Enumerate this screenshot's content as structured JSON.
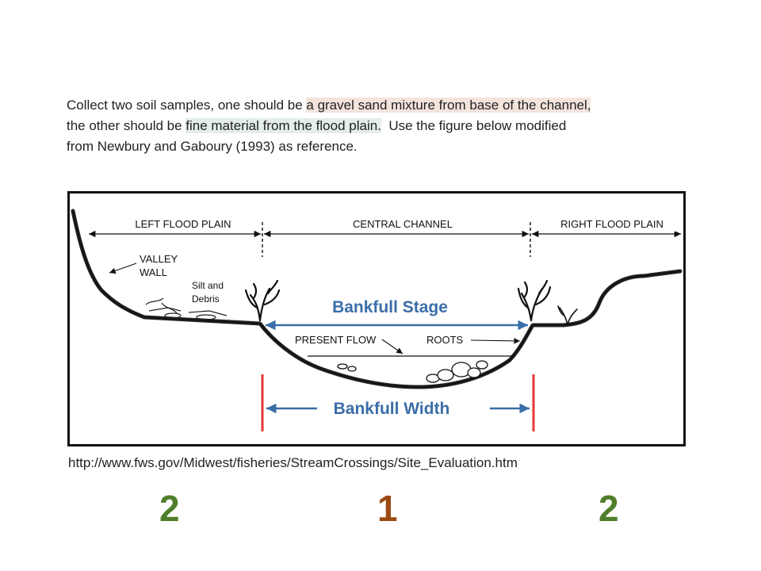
{
  "intro": {
    "line1_pre": "Collect two soil samples, one should be ",
    "line1_highlight": "a gravel sand mixture from base of the channel,",
    "line2_pre": "the other should be ",
    "line2_highlight": "fine material from the flood plain.",
    "line2_post": "  Use the figure below modified",
    "line3": "from Newbury and Gaboury (1993) as reference."
  },
  "diagram": {
    "left_flood_plain": "LEFT FLOOD PLAIN",
    "central_channel": "CENTRAL CHANNEL",
    "right_flood_plain": "RIGHT FLOOD PLAIN",
    "valley_wall_line1": "VALLEY",
    "valley_wall_line2": "WALL",
    "silt_line1": "Silt and",
    "silt_line2": "Debris",
    "bankfull_stage": "Bankfull Stage",
    "present_flow": "PRESENT FLOW",
    "roots": "ROOTS",
    "bankfull_width": "Bankfull Width"
  },
  "source_url": "http://www.fws.gov/Midwest/fisheries/StreamCrossings/Site_Evaluation.htm",
  "zone_numbers": {
    "left": "2",
    "center": "1",
    "right": "2"
  },
  "colors": {
    "stage_blue": "#3a6ea8",
    "marker_red": "#e53935",
    "zone_green": "#4f7f2a",
    "zone_brown": "#9c4a14",
    "highlight_gravel": "#f3e4dc",
    "highlight_fine": "#e3ede9"
  }
}
